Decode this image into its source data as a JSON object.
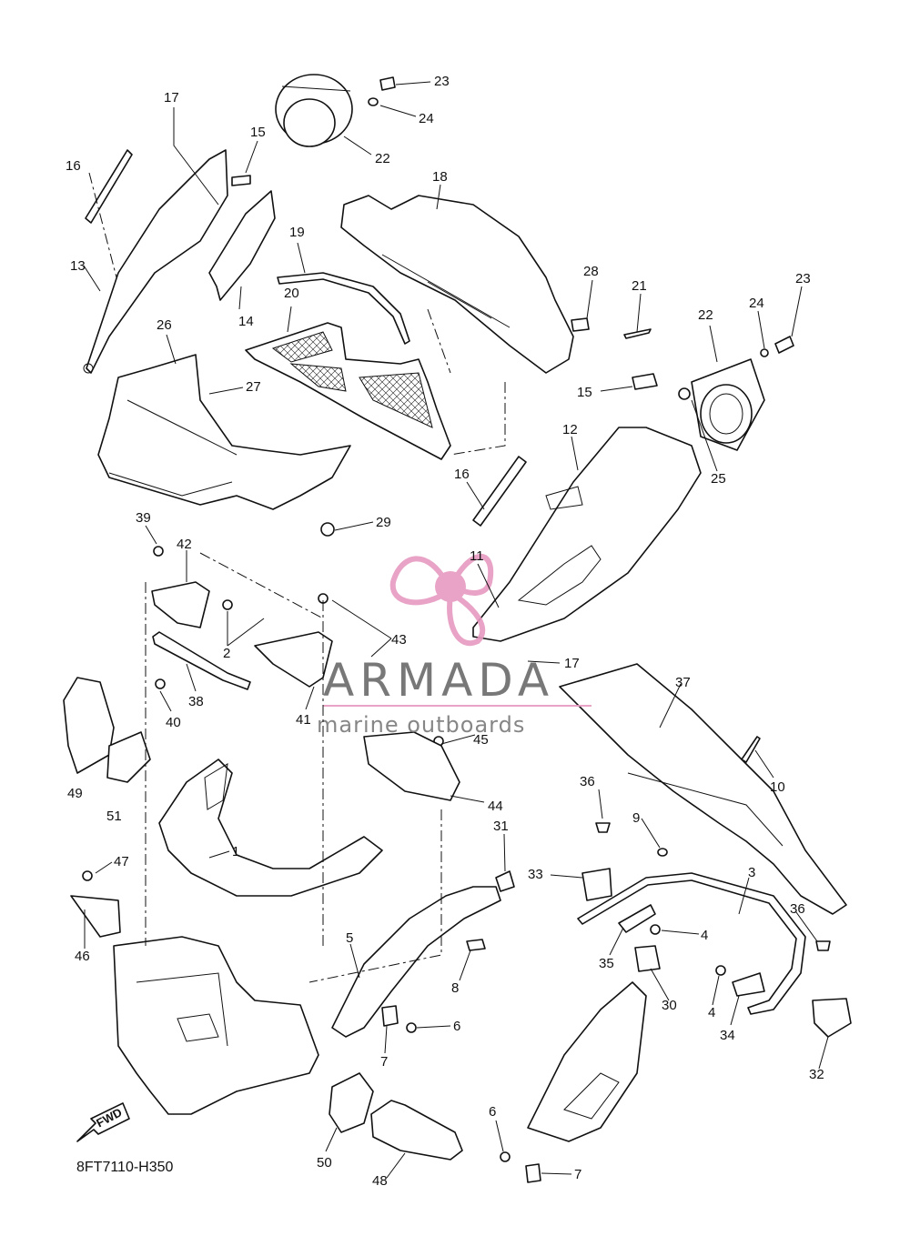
{
  "diagram_code": "8FT7110-H350",
  "fwd_label": "FWD",
  "watermark": {
    "brand": "ARMADA",
    "tagline": "marine outboards",
    "accent_color": "#e69ac0",
    "text_color": "#6a6a6a"
  },
  "callouts": {
    "c17a": "17",
    "c15a": "15",
    "c16a": "16",
    "c13": "13",
    "c14": "14",
    "c23a": "23",
    "c24a": "24",
    "c22a": "22",
    "c18": "18",
    "c19": "19",
    "c20": "20",
    "c26": "26",
    "c27": "27",
    "c28": "28",
    "c21": "21",
    "c23b": "23",
    "c24b": "24",
    "c22b": "22",
    "c15b": "15",
    "c25": "25",
    "c12": "12",
    "c16b": "16",
    "c29": "29",
    "c11": "11",
    "c39": "39",
    "c42": "42",
    "c43": "43",
    "c2": "2",
    "c38": "38",
    "c40": "40",
    "c41": "41",
    "c17b": "17",
    "c37": "37",
    "c45": "45",
    "c49": "49",
    "c51": "51",
    "c36a": "36",
    "c10": "10",
    "c9": "9",
    "c44": "44",
    "c31": "31",
    "c33": "33",
    "c1": "1",
    "c47": "47",
    "c3": "3",
    "c36b": "36",
    "c46": "46",
    "c5": "5",
    "c4a": "4",
    "c35": "35",
    "c8": "8",
    "c30": "30",
    "c4b": "4",
    "c6a": "6",
    "c34": "34",
    "c7a": "7",
    "c32": "32",
    "c6b": "6",
    "c50": "50",
    "c7b": "7",
    "c48": "48"
  }
}
